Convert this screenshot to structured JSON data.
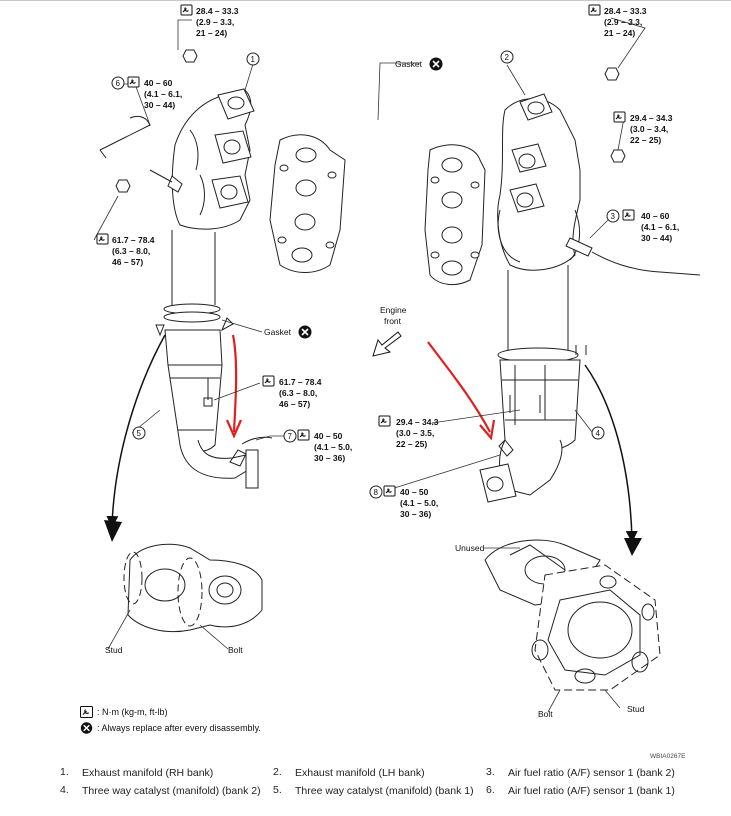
{
  "callouts": {
    "t_top_left": [
      "28.4 – 33.3",
      "(2.9 – 3.3,",
      "21 – 24)"
    ],
    "t_top_right": [
      "28.4 – 33.3",
      "(2.9 – 3.3,",
      "21 – 24)"
    ],
    "t_sensor6": [
      "40 – 60",
      "(4.1 – 6.1,",
      "30 – 44)"
    ],
    "t_left_stud": [
      "61.7 – 78.4",
      "(6.3 – 8.0,",
      "46 – 57)"
    ],
    "t_mid_left": [
      "61.7 – 78.4",
      "(6.3 – 8.0,",
      "46 – 57)"
    ],
    "t_sensor7": [
      "40 – 50",
      "(4.1 – 5.0,",
      "30 – 36)"
    ],
    "t_right_mid": [
      "29.4 – 34.3",
      "(3.0 – 3.4,",
      "22 – 25)"
    ],
    "t_sensor3": [
      "40 – 60",
      "(4.1 – 6.1,",
      "30 – 44)"
    ],
    "t_center": [
      "29.4 – 34.3",
      "(3.0 – 3.5,",
      "22 – 25)"
    ],
    "t_sensor8": [
      "40 – 50",
      "(4.1 – 5.0,",
      "30 – 36)"
    ]
  },
  "labels": {
    "gasket_top": "Gasket",
    "gasket_mid": "Gasket",
    "engine_front": [
      "Engine",
      "front"
    ],
    "unused": "Unused",
    "stud_left": "Stud",
    "bolt_left": "Bolt",
    "stud_right": "Stud",
    "bolt_right": "Bolt",
    "figure_code": "WBIA0267E"
  },
  "part_numbers": [
    "1",
    "2",
    "3",
    "4",
    "5",
    "6",
    "7",
    "8"
  ],
  "legend": {
    "torque": ": N·m (kg-m, ft-lb)",
    "replace": ": Always replace after every disassembly."
  },
  "parts_list": [
    {
      "num": "1.",
      "text": "Exhaust manifold (RH bank)"
    },
    {
      "num": "2.",
      "text": "Exhaust manifold (LH bank)"
    },
    {
      "num": "3.",
      "text": "Air fuel ratio (A/F) sensor 1 (bank 2)"
    },
    {
      "num": "4.",
      "text": "Three way catalyst (manifold) (bank 2)"
    },
    {
      "num": "5.",
      "text": "Three way catalyst (manifold) (bank 1)"
    },
    {
      "num": "6.",
      "text": "Air fuel ratio (A/F) sensor 1 (bank 1)"
    }
  ],
  "colors": {
    "annotation_arrow": "#e0201c",
    "line": "#222222"
  }
}
